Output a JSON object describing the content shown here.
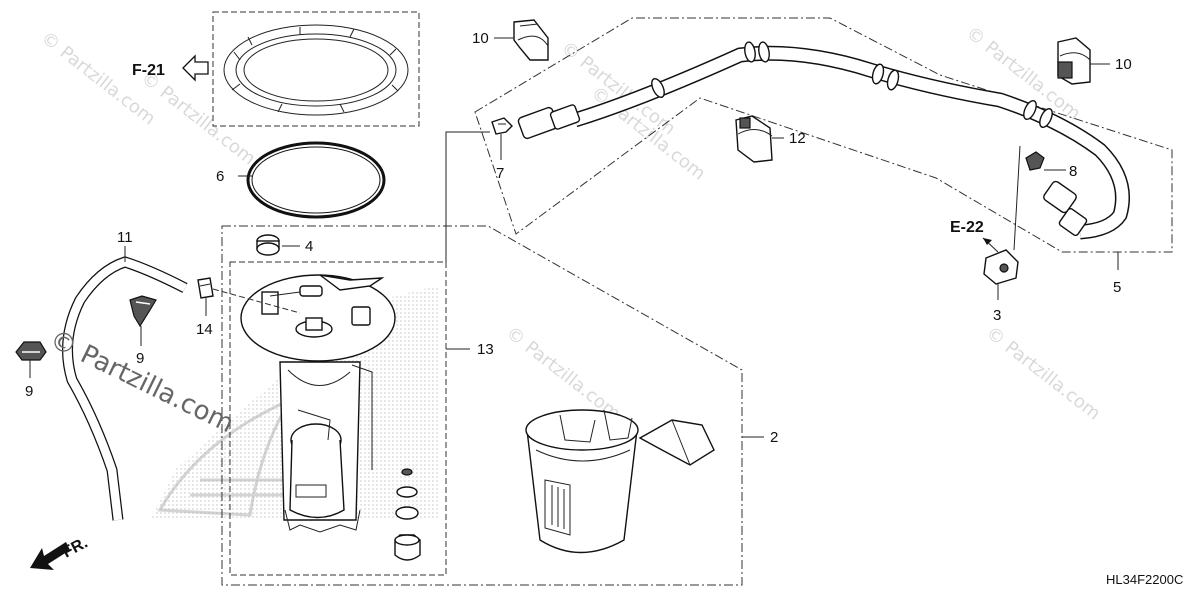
{
  "diagram": {
    "code": "HL34F2200C",
    "refs": {
      "f21": "F-21",
      "e22": "E-22",
      "fr": "FR."
    },
    "callouts": {
      "c2": "2",
      "c3": "3",
      "c4": "4",
      "c5": "5",
      "c6": "6",
      "c7": "7",
      "c8": "8",
      "c9a": "9",
      "c9b": "9",
      "c10a": "10",
      "c10b": "10",
      "c11": "11",
      "c12": "12",
      "c13": "13",
      "c14": "14"
    },
    "watermarks": {
      "w1": "© Partzilla.com",
      "w2": "© Partzilla.com",
      "w3": "© Partzilla.com",
      "w4": "© Partzilla.com",
      "w5": "© Partzilla.com",
      "w6": "© Partzilla.com",
      "w7": "© Partzilla.com",
      "center": "© Partzilla.com"
    }
  }
}
